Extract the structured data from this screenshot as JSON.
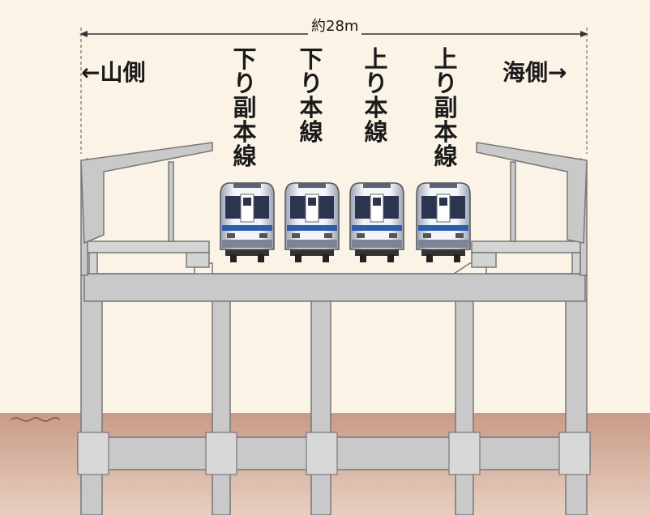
{
  "width_label": "約28m",
  "side_left": "←山側",
  "side_right": "海側→",
  "tracks": [
    "下り副本線",
    "下り本線",
    "上り本線",
    "上り副本線"
  ],
  "colors": {
    "background": "#faf3e6",
    "ground": "#c9a08a",
    "concrete": "#c9c9c9",
    "concrete_dark": "#8a8a8a",
    "train_body": "#e7e9ef",
    "train_stripe": "#2a5fb0",
    "train_window": "#2b3550"
  }
}
